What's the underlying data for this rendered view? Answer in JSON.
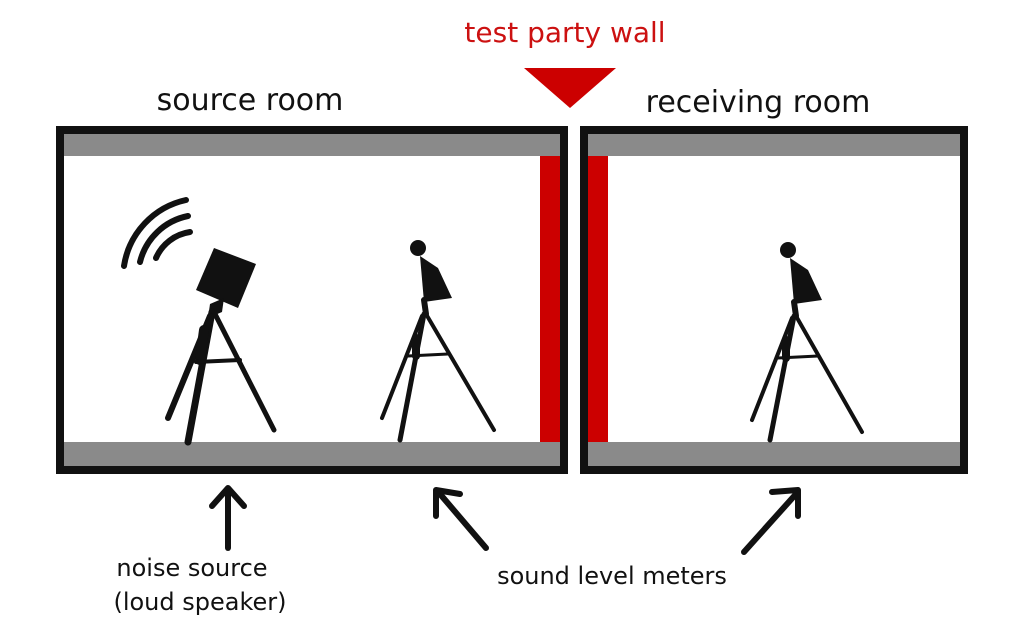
{
  "labels": {
    "test_wall": "test party wall",
    "source_room": "source room",
    "receiving_room": "receiving room",
    "noise_source_line1": "noise source",
    "noise_source_line2": "(loud speaker)",
    "meters": "sound level meters"
  },
  "colors": {
    "wall_red": "#cc0000",
    "outline": "#111111",
    "floor_grey": "#8a8a8a",
    "title_red": "#cc1111"
  }
}
